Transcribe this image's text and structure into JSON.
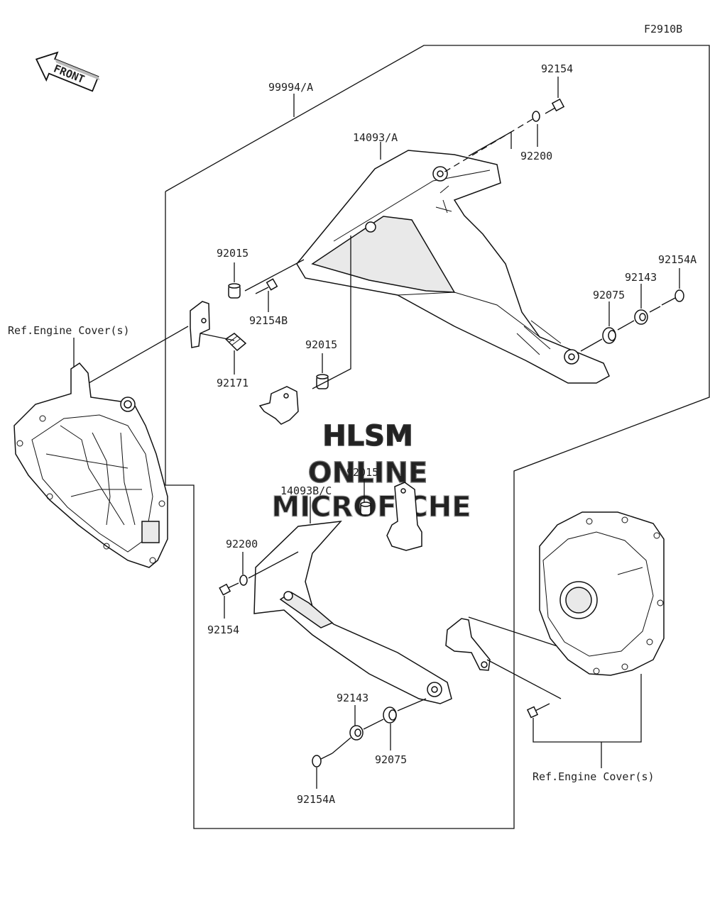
{
  "figure_code": "F2910B",
  "front_label": "FRONT",
  "watermark": {
    "line1": "HLSM",
    "line2": "ONLINE",
    "line3": "MICROFICHE"
  },
  "callouts": {
    "kit": "99994/A",
    "upper_cover": "14093/A",
    "lower_cover": "14093B/C",
    "bolt_top": "92154",
    "washer_top": "92200",
    "collar_upper_left": "92015",
    "bolt_b": "92154B",
    "clip": "92171",
    "collar_mid": "92015",
    "collar_lower": "92015",
    "bolt_a_right": "92154A",
    "washer_right": "92143",
    "grommet_right": "92075",
    "washer_lower_left": "92200",
    "bolt_lower_left": "92154",
    "washer_bottom": "92143",
    "grommet_bottom": "92075",
    "bolt_a_bottom": "92154A"
  },
  "ref_left": "Ref.Engine Cover(s)",
  "ref_right": "Ref.Engine Cover(s)"
}
